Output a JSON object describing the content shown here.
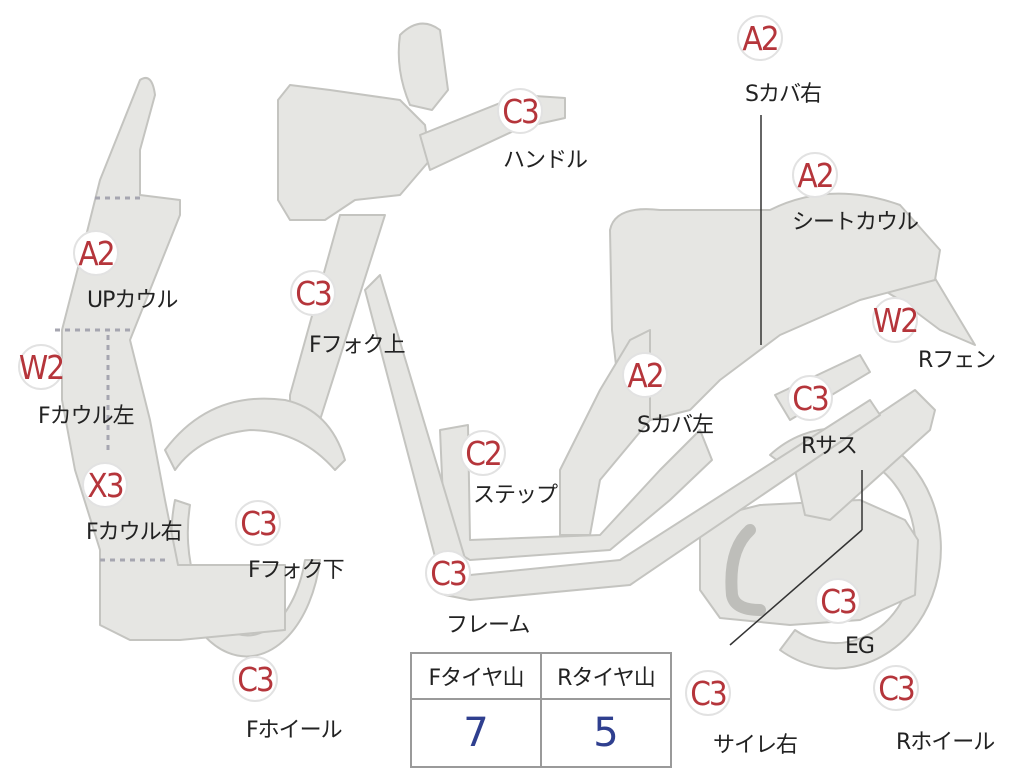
{
  "parts": [
    {
      "id": "s-cover-right",
      "grade": "A2",
      "label": "Sカバ右"
    },
    {
      "id": "handle",
      "grade": "C3",
      "label": "ハンドル"
    },
    {
      "id": "seat-cowl",
      "grade": "A2",
      "label": "シートカウル"
    },
    {
      "id": "up-cowl",
      "grade": "A2",
      "label": "UPカウル"
    },
    {
      "id": "f-fork-upper",
      "grade": "C3",
      "label": "Fフォク上"
    },
    {
      "id": "r-fender",
      "grade": "W2",
      "label": "Rフェン"
    },
    {
      "id": "f-cowl-left",
      "grade": "W2",
      "label": "Fカウル左"
    },
    {
      "id": "s-cover-left",
      "grade": "A2",
      "label": "Sカバ左"
    },
    {
      "id": "r-suspension",
      "grade": "C3",
      "label": "Rサス"
    },
    {
      "id": "step",
      "grade": "C2",
      "label": "ステップ"
    },
    {
      "id": "f-cowl-right",
      "grade": "X3",
      "label": "Fカウル右"
    },
    {
      "id": "f-fork-lower",
      "grade": "C3",
      "label": "Fフォク下"
    },
    {
      "id": "frame",
      "grade": "C3",
      "label": "フレーム"
    },
    {
      "id": "engine",
      "grade": "C3",
      "label": "EG"
    },
    {
      "id": "f-wheel",
      "grade": "C3",
      "label": "Fホイール"
    },
    {
      "id": "muffler-right",
      "grade": "C3",
      "label": "サイレ右"
    },
    {
      "id": "r-wheel",
      "grade": "C3",
      "label": "Rホイール"
    }
  ],
  "tire_table": {
    "headers": [
      "Fタイヤ山",
      "Rタイヤ山"
    ],
    "values": [
      "7",
      "5"
    ]
  },
  "colors": {
    "body_fill": "#e6e6e3",
    "body_stroke": "#c4c4c0",
    "grade_text": "#b5353b",
    "tire_value_text": "#2f3f8f"
  }
}
